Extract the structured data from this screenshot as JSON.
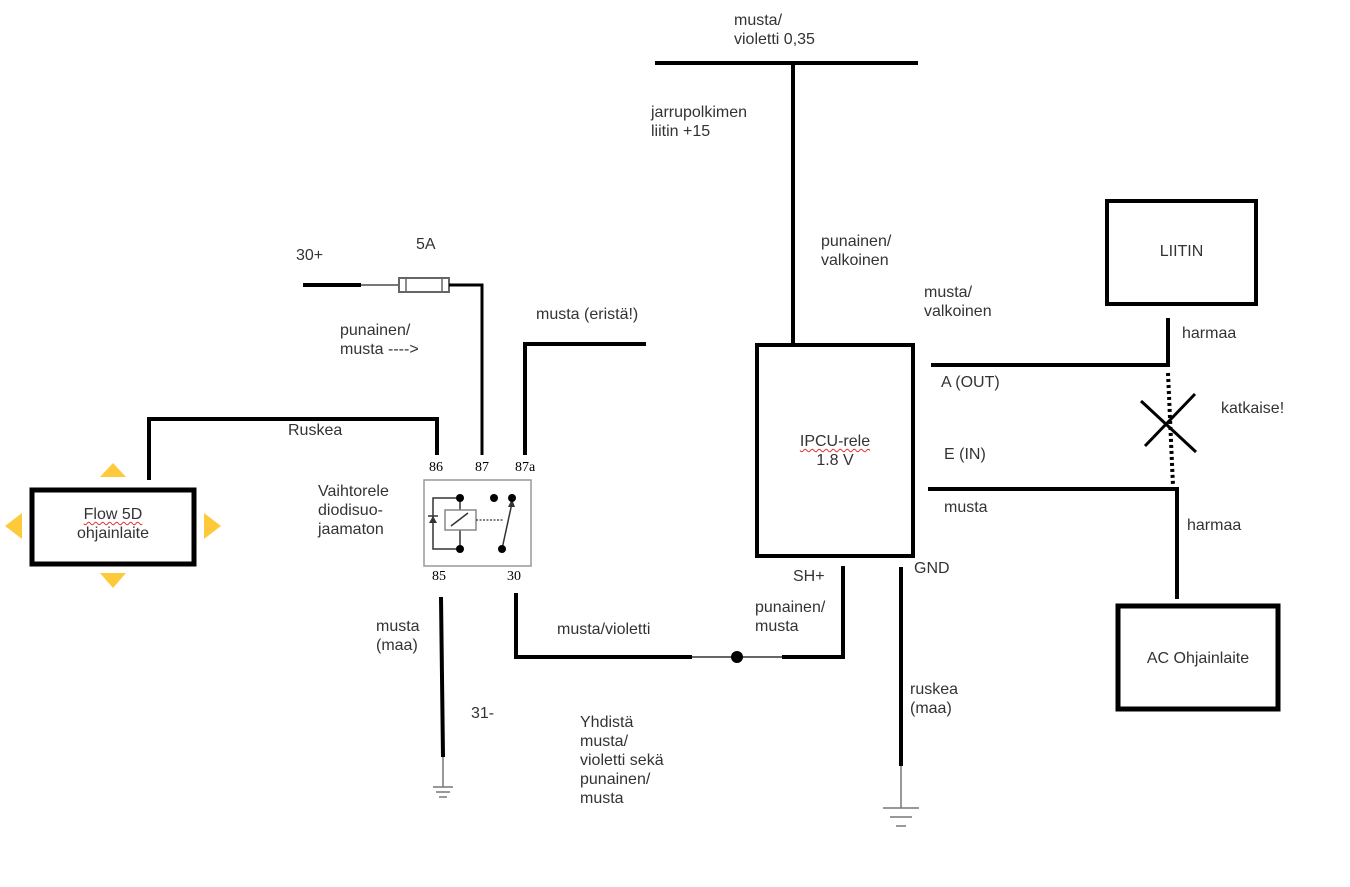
{
  "colors": {
    "wire": "#000000",
    "thin_wire": "#555555",
    "label_text": "#333333",
    "handle_accent": "#ffc93c",
    "spellcheck": "#e03030"
  },
  "components": {
    "flow5d": {
      "line1": "Flow 5D",
      "line2": "ohjainlaite",
      "squiggle_word": "Flow 5D"
    },
    "relay": {
      "name_line1": "Vaihtorele",
      "name_line2": "diodisuo-",
      "name_line3": "jaamaton",
      "pins": {
        "p86": "86",
        "p87": "87",
        "p87a": "87a",
        "p85": "85",
        "p30": "30"
      }
    },
    "ipcu": {
      "line1": "IPCU-rele",
      "line2": "1.8 V",
      "pin_sh": "SH+",
      "pin_gnd": "GND",
      "pin_a": "A (OUT)",
      "pin_e": "E (IN)"
    },
    "liitin": {
      "label": "LIITIN"
    },
    "ac": {
      "label": "AC Ohjainlaite"
    },
    "fuse": {
      "rating": "5A"
    }
  },
  "wire_labels": {
    "supply_30": "30+",
    "fuse_wire_line1": "punainen/",
    "fuse_wire_line2": "musta ---->",
    "pin87a_wire": "musta (eristä!)",
    "ruskea": "Ruskea",
    "brake_top_line1": "musta/",
    "brake_top_line2": "violetti 0,35",
    "brake_connector_line1": "jarrupolkimen",
    "brake_connector_line2": "liitin +15",
    "ipcu_supply_line1": "punainen/",
    "ipcu_supply_line2": "valkoinen",
    "a_out_wire_line1": "musta/",
    "a_out_wire_line2": "valkoinen",
    "harmaa_top": "harmaa",
    "cut_note": "katkaise!",
    "e_in_wire": "musta",
    "harmaa_bottom": "harmaa",
    "ground_85_line1": "musta",
    "ground_85_line2": "(maa)",
    "ground_31": "31-",
    "pin30_wire": "musta/violetti",
    "sh_wire_line1": "punainen/",
    "sh_wire_line2": "musta",
    "gnd_wire_line1": "ruskea",
    "gnd_wire_line2": "(maa)",
    "connect_note_line1": "Yhdistä",
    "connect_note_line2": "musta/",
    "connect_note_line3": "violetti sekä",
    "connect_note_line4": "punainen/",
    "connect_note_line5": "musta"
  }
}
